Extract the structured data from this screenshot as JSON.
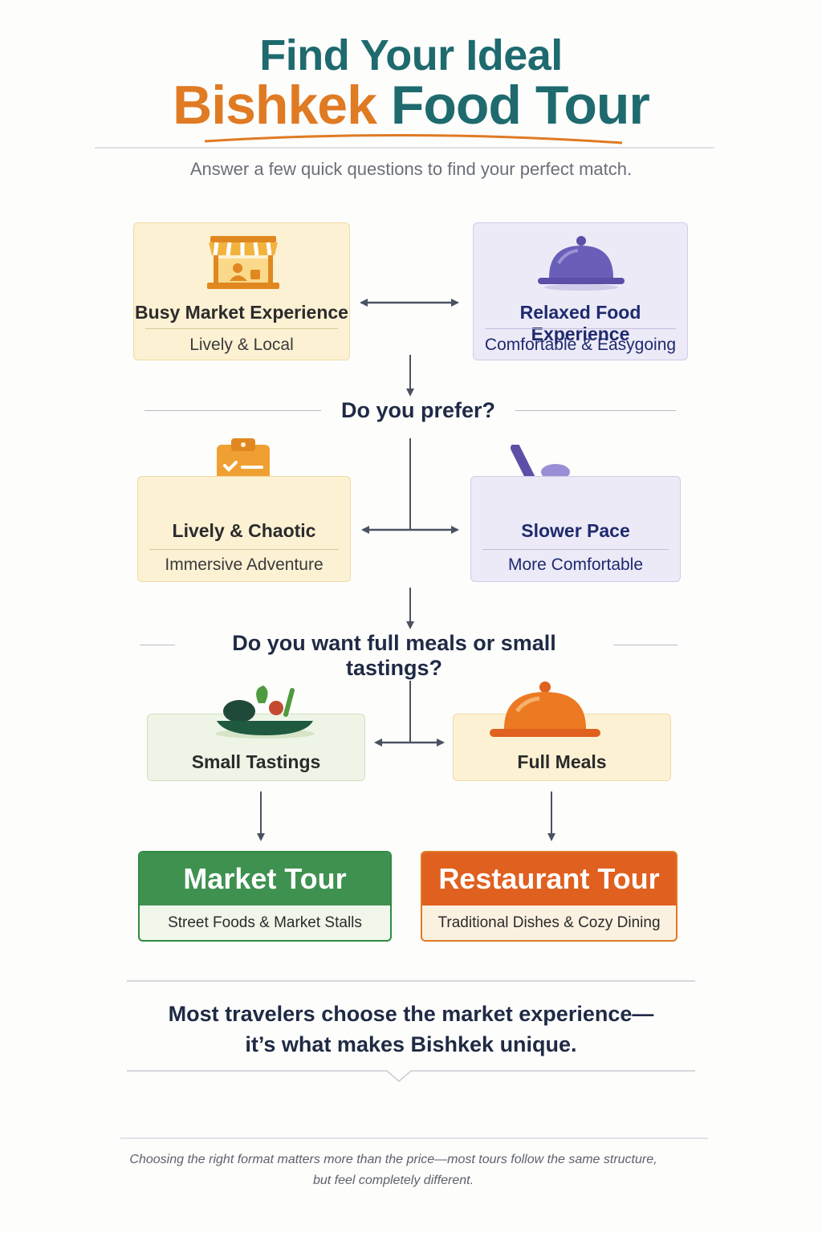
{
  "header": {
    "title_line1": "Find Your Ideal",
    "title_line2_accent": "Bishkek",
    "title_line2_main": "Food Tour",
    "subtitle": "Answer a few quick questions to find your perfect match."
  },
  "step1": {
    "left": {
      "title": "Busy Market Experience",
      "desc": "Lively & Local",
      "icon": "market-stall-icon"
    },
    "right": {
      "title": "Relaxed Food Experience",
      "desc": "Comfortable & Easygoing",
      "icon": "cloche-icon"
    }
  },
  "question1": "Do you prefer?",
  "step2": {
    "left": {
      "title": "Lively & Chaotic",
      "desc": "Immersive Adventure",
      "icon": "clipboard-checklist-icon"
    },
    "right": {
      "title": "Slower Pace",
      "desc": "More Comfortable",
      "icon": "lounge-chair-icon"
    }
  },
  "question2": "Do you want full meals or small tastings?",
  "step3": {
    "left": {
      "title": "Small Tastings",
      "icon": "salad-bowl-icon"
    },
    "right": {
      "title": "Full Meals",
      "icon": "serving-dish-icon"
    }
  },
  "results": {
    "market": {
      "title": "Market Tour",
      "desc": "Street Foods & Market Stalls"
    },
    "restaurant": {
      "title": "Restaurant Tour",
      "desc": "Traditional Dishes & Cozy Dining"
    }
  },
  "verdict": {
    "line1": "Most travelers choose the market experience—",
    "line2": "it’s what makes Bishkek unique."
  },
  "footer": {
    "line1": "Choosing the right format matters more than the price—most tours follow the same structure,",
    "line2": "but feel completely different."
  },
  "colors": {
    "teal": "#1e6a6e",
    "orange": "#e07a23",
    "purple": "#5b4fa8",
    "green": "#3f9150"
  }
}
